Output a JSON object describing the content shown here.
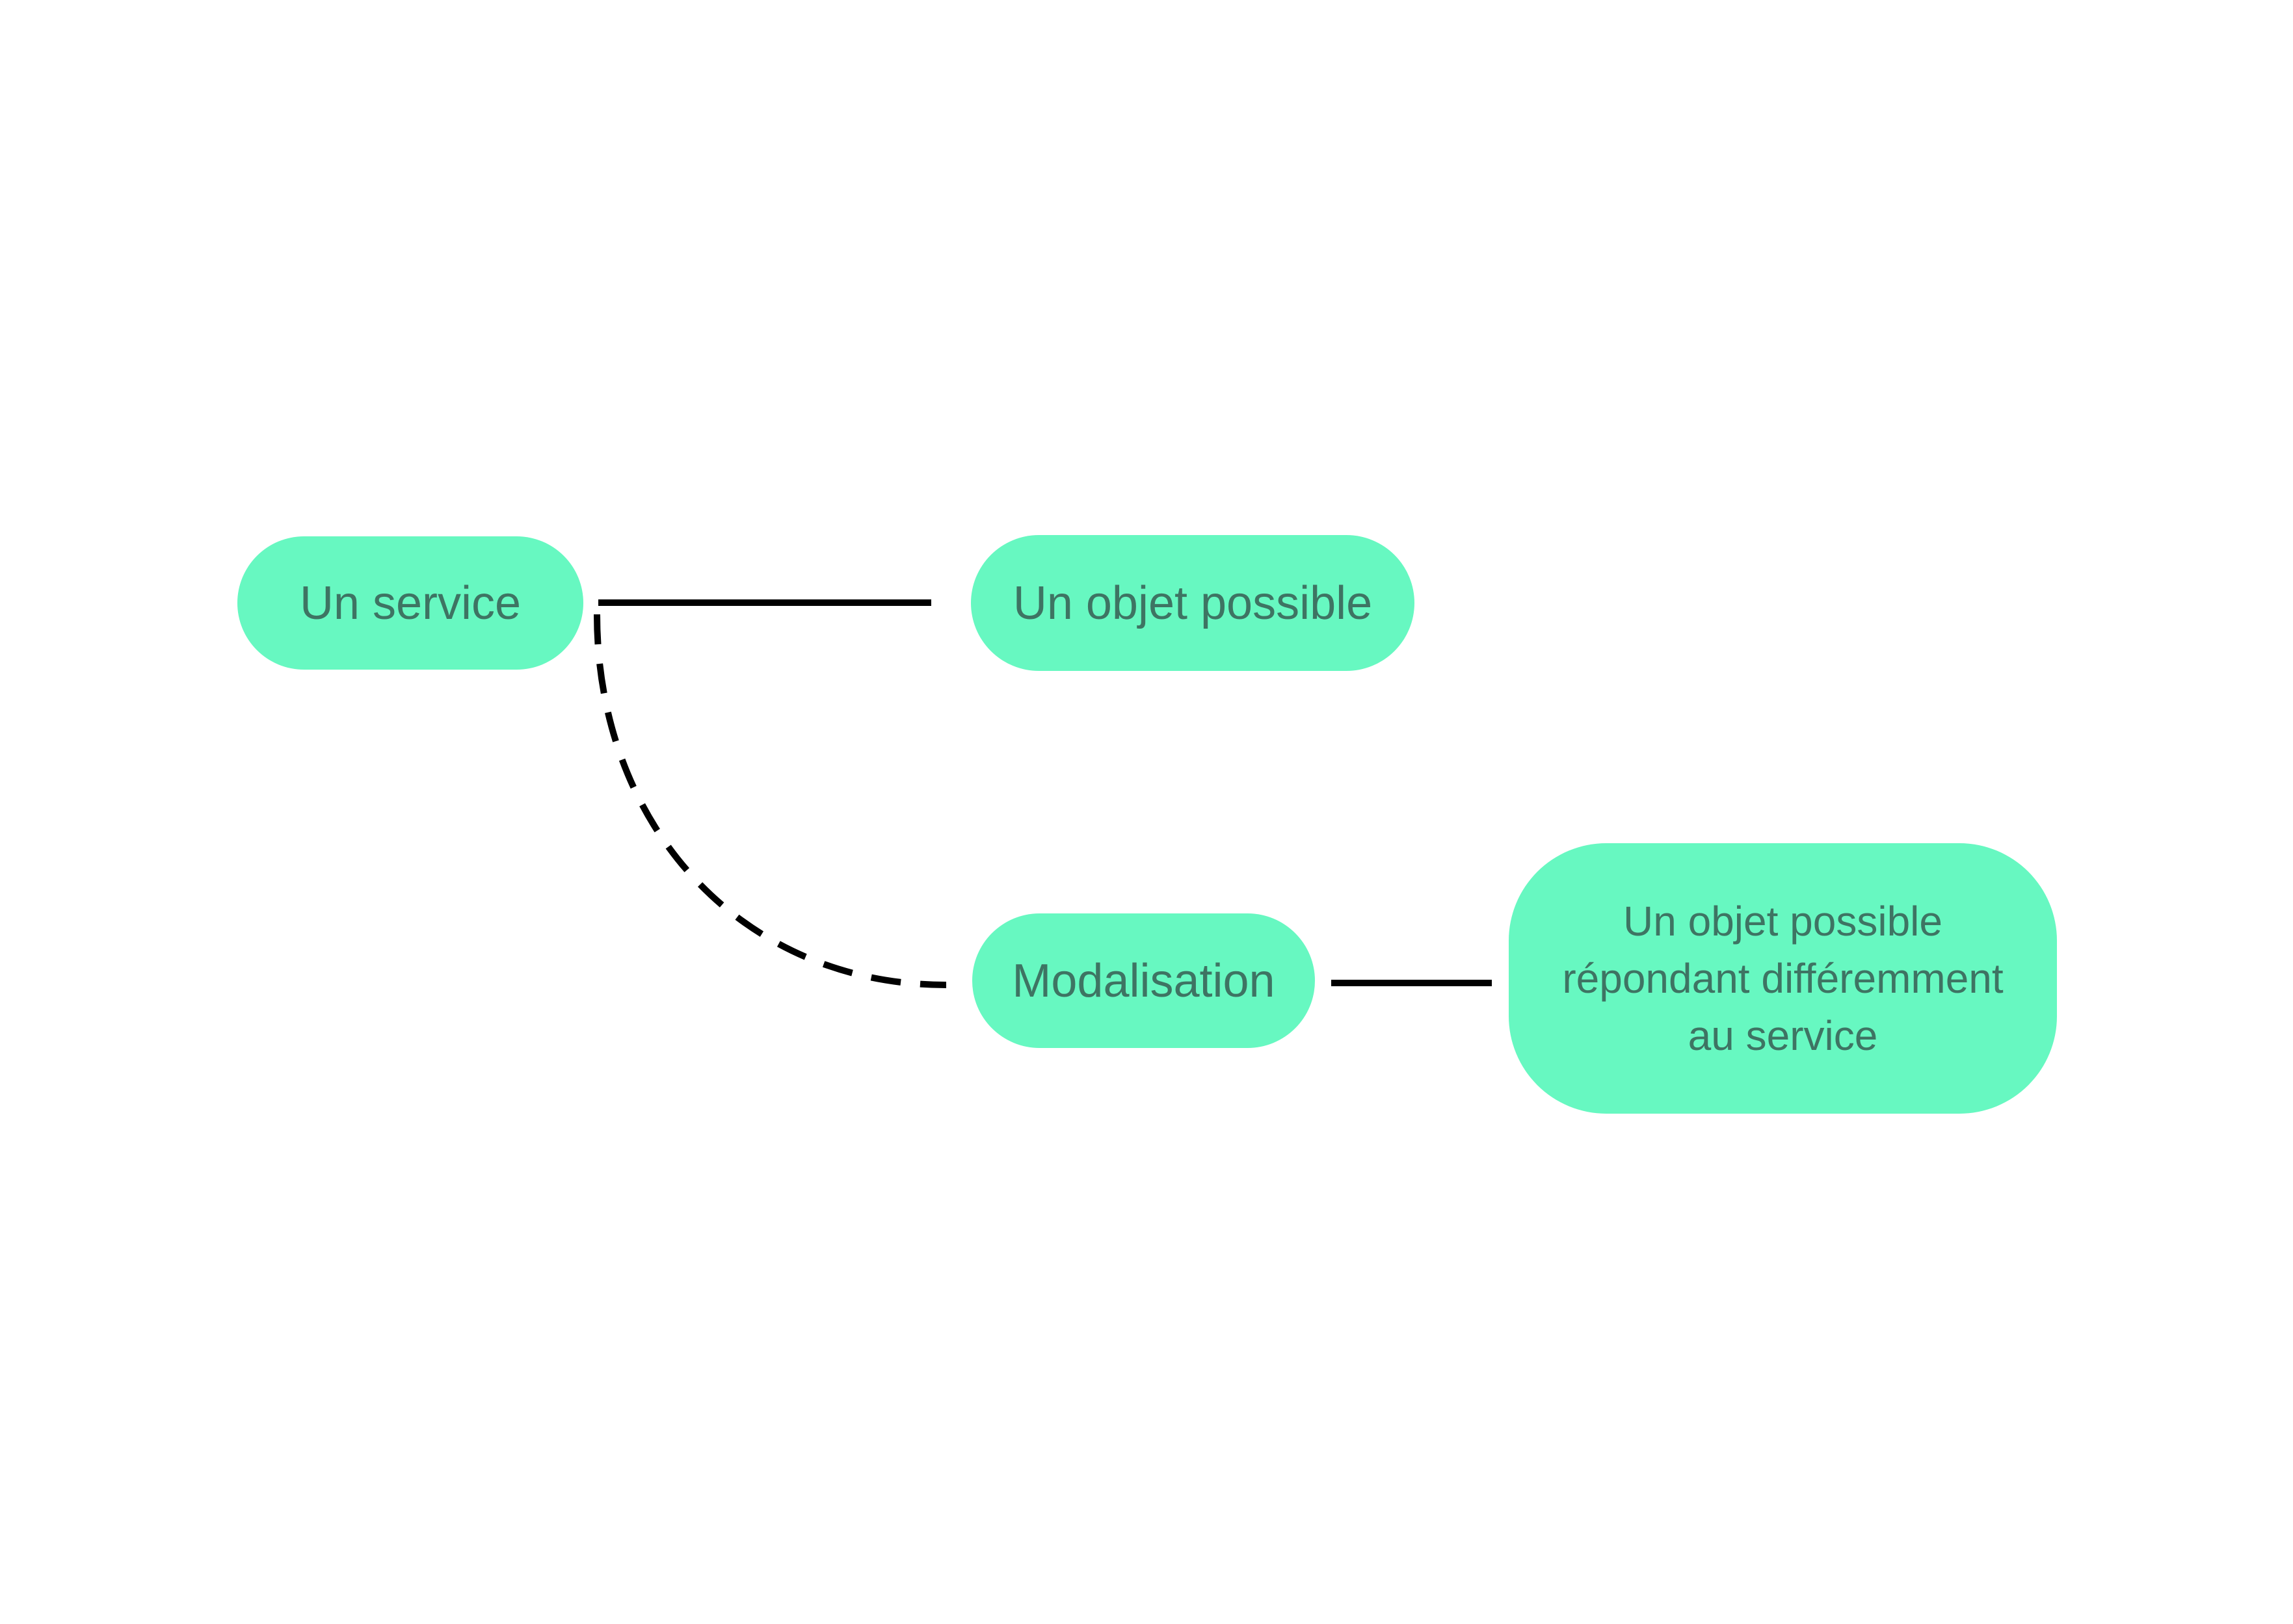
{
  "diagram": {
    "background_color": "#ffffff",
    "colors": {
      "node_fill": "#67F8C1",
      "node_text": "#3E7463",
      "connector": "#000000"
    },
    "nodes": [
      {
        "id": "service",
        "label": "Un service"
      },
      {
        "id": "objet-possible",
        "label": "Un objet possible"
      },
      {
        "id": "modalisation",
        "label": "Modalisation"
      },
      {
        "id": "objet-different",
        "label": "Un objet possible répondant différemment au service"
      }
    ],
    "edges": [
      {
        "from": "service",
        "to": "objet-possible",
        "style": "solid"
      },
      {
        "from": "service",
        "to": "modalisation",
        "style": "dashed"
      },
      {
        "from": "modalisation",
        "to": "objet-different",
        "style": "solid"
      }
    ]
  }
}
